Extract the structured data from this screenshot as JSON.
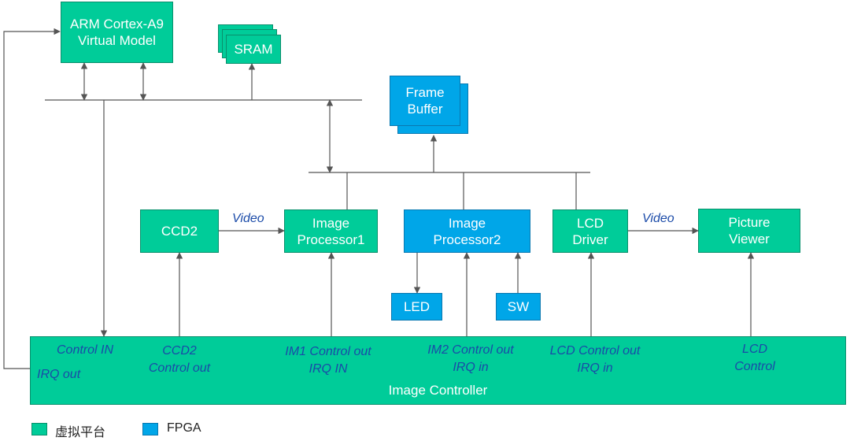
{
  "blocks": {
    "arm": [
      "ARM Cortex-A9",
      "Virtual Model"
    ],
    "sram": "SRAM",
    "frame_buffer": [
      "Frame",
      "Buffer"
    ],
    "ccd2": "CCD2",
    "im1": [
      "Image",
      "Processor1"
    ],
    "im2": [
      "Image",
      "Processor2"
    ],
    "lcd_driver": [
      "LCD",
      "Driver"
    ],
    "picture_viewer": [
      "Picture",
      "Viewer"
    ],
    "led": "LED",
    "sw": "SW",
    "image_controller": "Image Controller"
  },
  "signals": {
    "video_in": "Video",
    "video_out": "Video"
  },
  "controller_labels": {
    "control_in": "Control IN",
    "irq_out": "IRQ out",
    "ccd2_ctrl": [
      "CCD2",
      "Control out"
    ],
    "im1_ctrl": [
      "IM1 Control out",
      "IRQ IN"
    ],
    "im2_ctrl": [
      "IM2 Control out",
      "IRQ in"
    ],
    "lcd_ctrl": [
      "LCD Control out",
      "IRQ in"
    ],
    "lcd_control": [
      "LCD",
      "Control"
    ]
  },
  "legend": [
    {
      "label": "虚拟平台",
      "color": "#00cc99"
    },
    {
      "label": "FPGA",
      "color": "#00a6e8"
    }
  ],
  "colors": {
    "virtual_platform": "#00cc99",
    "fpga": "#00a6e8",
    "signal_text": "#1a4aa8",
    "wire": "#555555"
  }
}
